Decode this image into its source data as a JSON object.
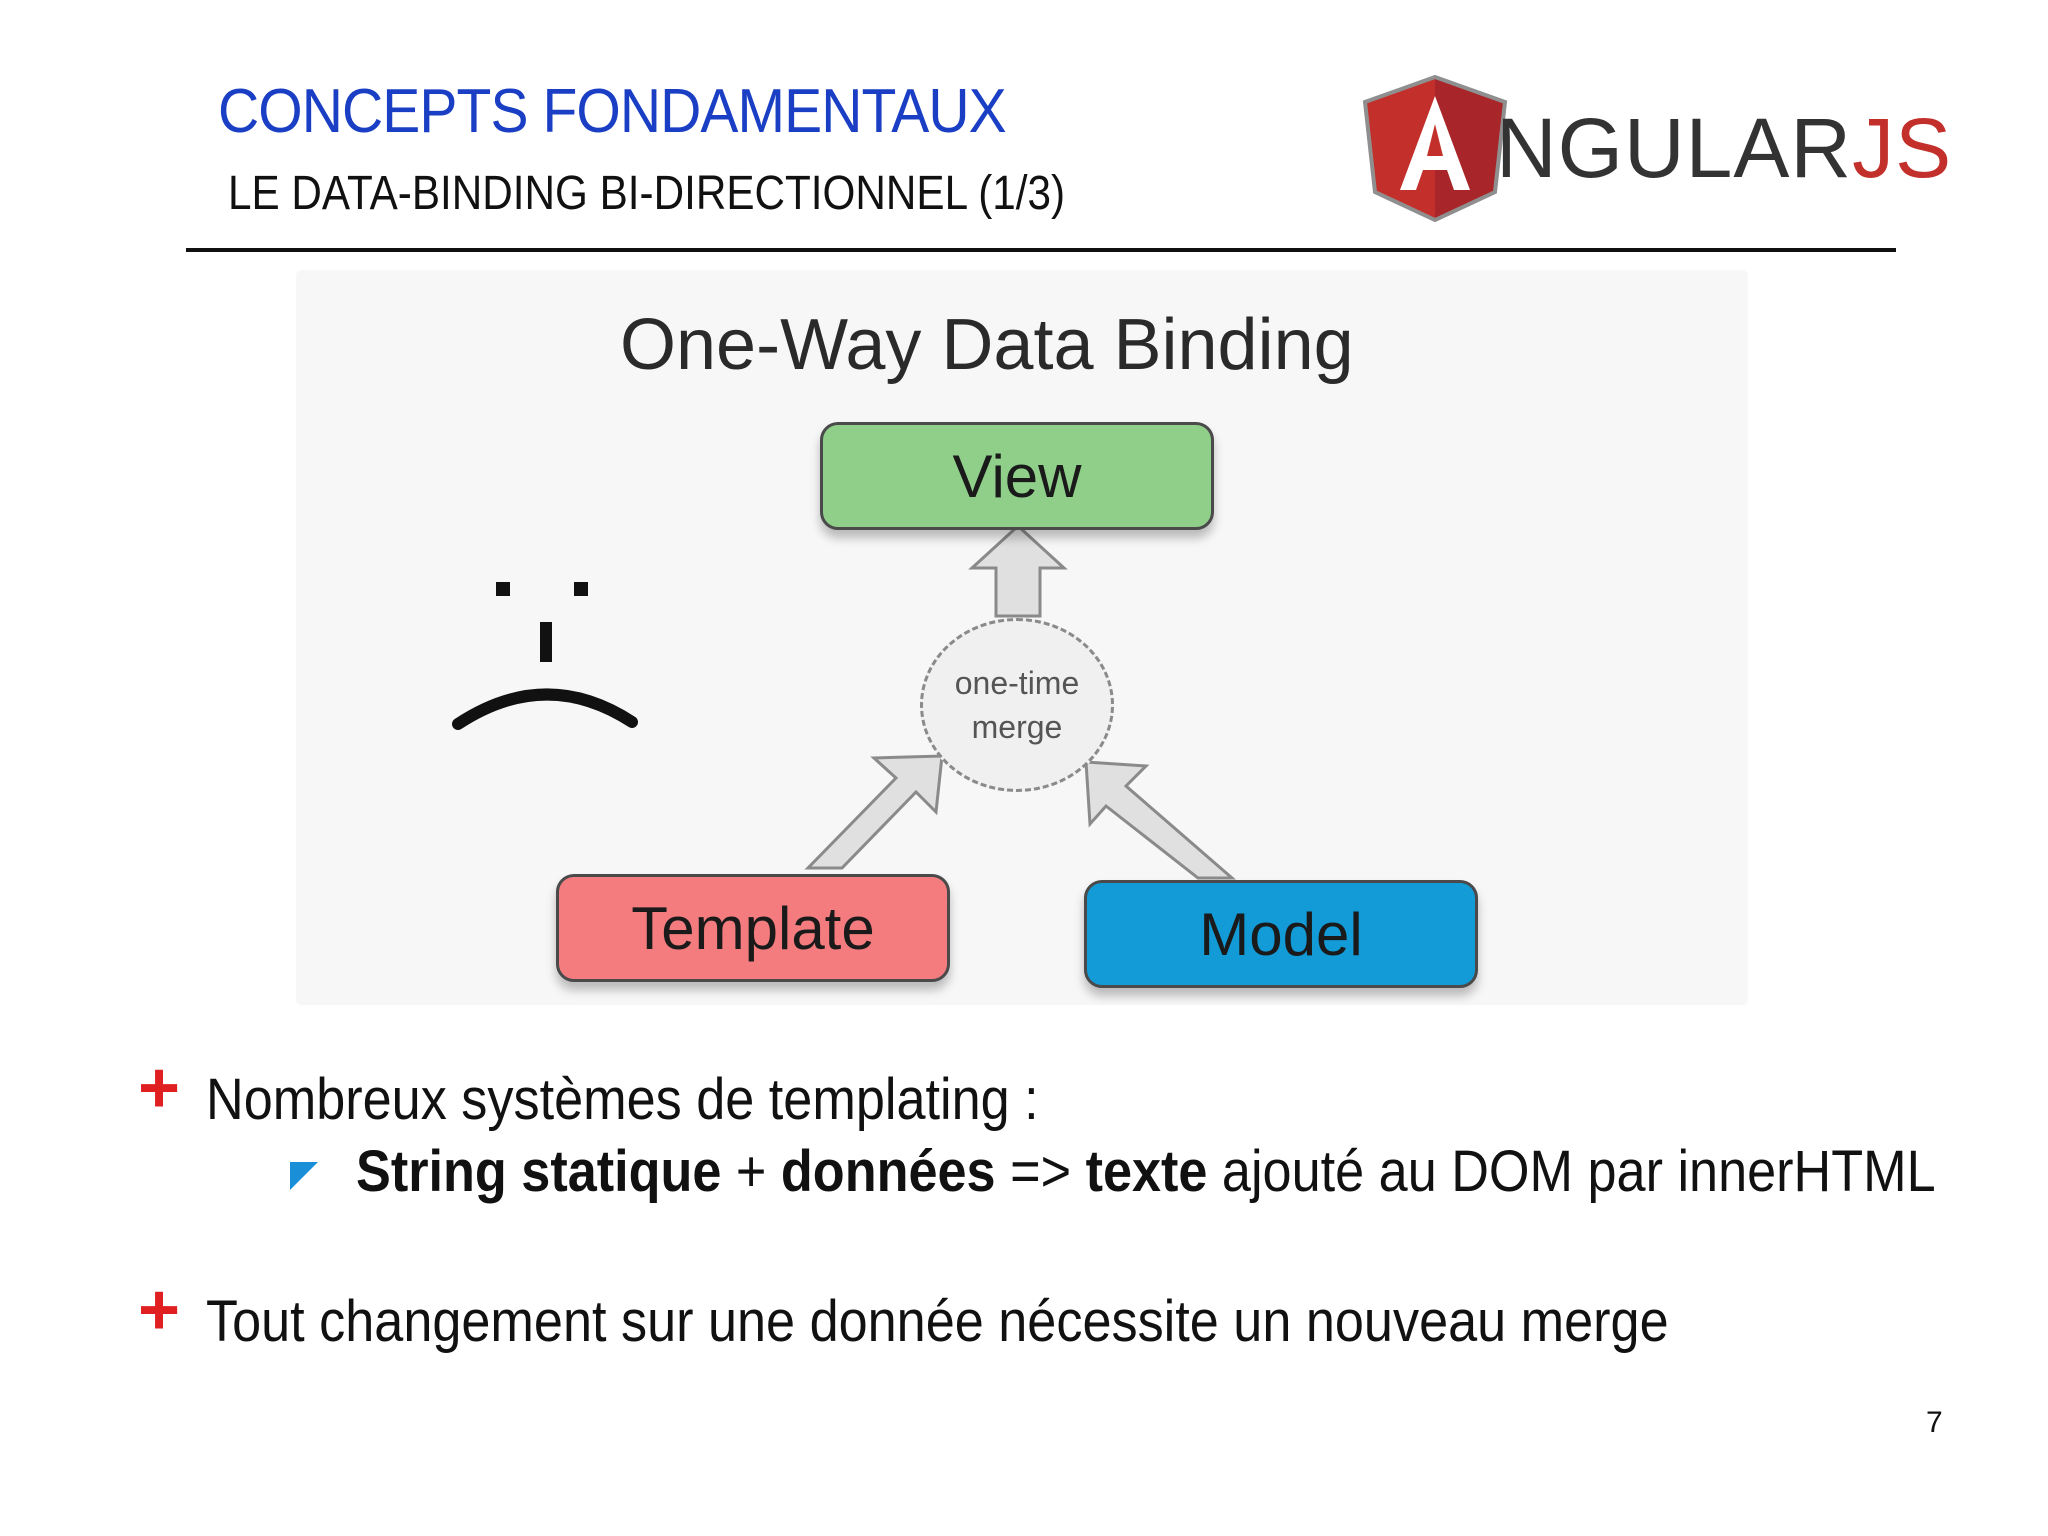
{
  "header": {
    "title": "CONCEPTS FONDAMENTAUX",
    "subtitle": "LE DATA-BINDING BI-DIRECTIONNEL (1/3)"
  },
  "logo": {
    "text": "ANGULARJS",
    "colors": {
      "shield_red": "#c3302b",
      "shield_dark": "#b0262a",
      "text": "#333333"
    }
  },
  "diagram": {
    "title": "One-Way Data Binding",
    "nodes": {
      "view": "View",
      "template": "Template",
      "model": "Model"
    },
    "merge": {
      "line1": "one-time",
      "line2": "merge"
    },
    "colors": {
      "view": "#8fcf8a",
      "template": "#f47c7e",
      "model": "#129bd6"
    },
    "emoticon": "sad-face"
  },
  "bullets": {
    "first": {
      "text": "Nombreux systèmes de templating :",
      "sub": {
        "part1": "String statique",
        "part2": " + ",
        "part3": "données",
        "part4": " => ",
        "part5": "texte",
        "part6": " ajouté au DOM par innerHTML"
      }
    },
    "second": {
      "text": "Tout changement sur une donnée nécessite un nouveau merge"
    },
    "marker": "+"
  },
  "page_number": "7",
  "colors": {
    "title_blue": "#1a3fc4",
    "bullet_red": "#e02020",
    "sub_bullet_blue": "#1a8fd8"
  }
}
